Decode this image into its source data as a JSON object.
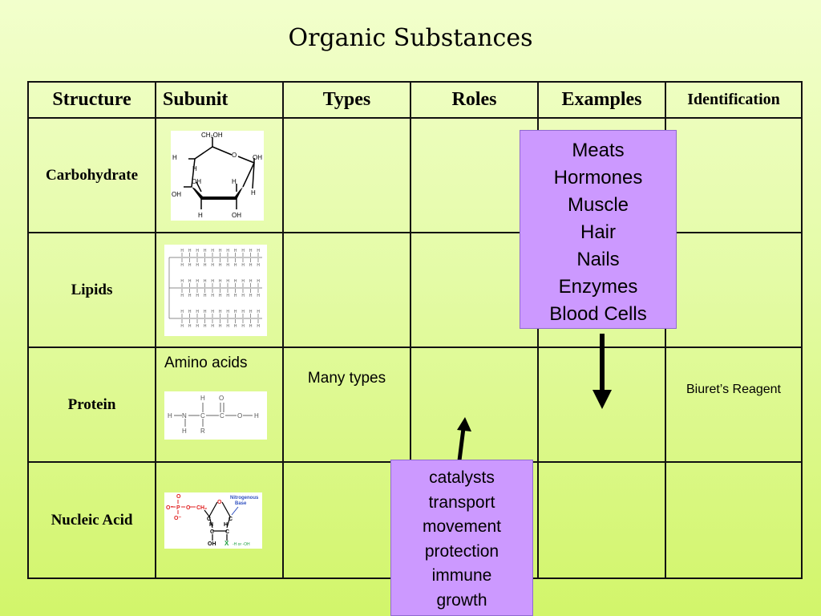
{
  "title": "Organic Substances",
  "headers": [
    "Structure",
    "Subunit",
    "Types",
    "Roles",
    "Examples",
    "Identification"
  ],
  "rows": [
    {
      "label": "Carbohydrate",
      "subunit_text": "",
      "types": "",
      "identification": ""
    },
    {
      "label": "Lipids",
      "subunit_text": "",
      "types": "",
      "identification": ""
    },
    {
      "label": "Protein",
      "subunit_text": "Amino acids",
      "types": "Many types",
      "identification": "Biuret’s Reagent"
    },
    {
      "label": "Nucleic Acid",
      "subunit_text": "",
      "types": "",
      "identification": ""
    }
  ],
  "examples_box": [
    "Meats",
    "Hormones",
    "Muscle",
    "Hair",
    "Nails",
    "Enzymes",
    "Blood Cells"
  ],
  "roles_box": [
    "catalysts",
    "transport",
    "movement",
    "protection",
    "immune",
    "growth"
  ],
  "structures": {
    "glucose": {
      "ch2oh": "CH₂OH",
      "o": "O",
      "oh": "OH",
      "h": "H"
    },
    "amino": {
      "h": "H",
      "n": "N",
      "c": "C",
      "r": "R",
      "o": "O"
    },
    "nucleotide": {
      "base_line1": "Nitrogenous",
      "base_line2": "Base",
      "p": "P",
      "o": "O",
      "om": "O⁻",
      "ch2": "CH₂",
      "c": "C",
      "h": "H",
      "oh": "OH",
      "x": "X",
      "xnote": "-H or -OH"
    }
  },
  "colors": {
    "purple_box": "#cc99ff",
    "nucleotide_red": "#e02020",
    "nucleotide_blue": "#3050c0",
    "nucleotide_green": "#20a040"
  }
}
